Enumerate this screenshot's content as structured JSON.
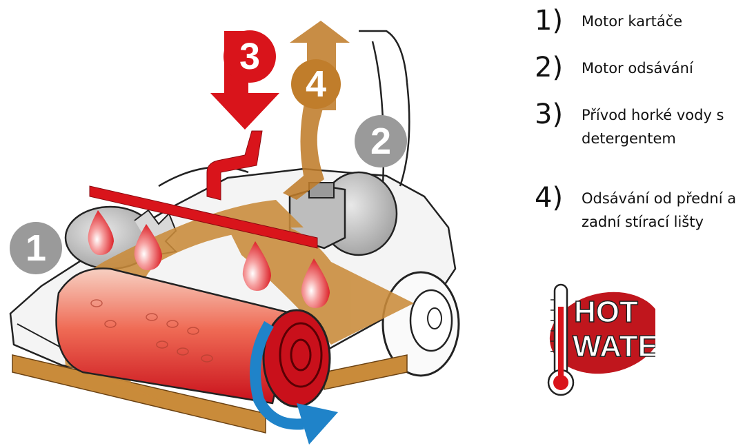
{
  "diagram": {
    "callouts": {
      "c1": "1",
      "c2": "2",
      "c3": "3",
      "c4": "4"
    }
  },
  "legend": {
    "items": [
      {
        "number": "1)",
        "text": "Motor kartáče"
      },
      {
        "number": "2)",
        "text": "Motor odsávání"
      },
      {
        "number": "3)",
        "text": "Přívod horké vody s detergentem"
      },
      {
        "number": "4)",
        "text": "Odsávání od přední a zadní stírací lišty"
      }
    ]
  },
  "logo": {
    "line1": "HOT",
    "line2": "WATER"
  },
  "colors": {
    "red": "#d9141b",
    "brown": "#c07d2b",
    "gray": "#9a9a9a",
    "blue": "#1f83c9"
  }
}
